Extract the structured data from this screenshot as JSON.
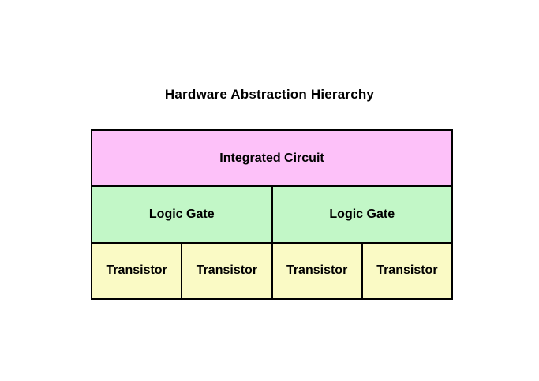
{
  "title": "Hardware Abstraction Hierarchy",
  "colors": {
    "background": "#ffffff",
    "border": "#000000",
    "text": "#000000",
    "integrated_circuit_fill": "#fdc1f9",
    "logic_gate_fill": "#c2f7c7",
    "transistor_fill": "#fafac5"
  },
  "diagram": {
    "type": "hierarchy-table",
    "levels": [
      {
        "id": "integrated-circuit",
        "color": "#fdc1f9",
        "cells": [
          "Integrated Circuit"
        ]
      },
      {
        "id": "logic-gate",
        "color": "#c2f7c7",
        "cells": [
          "Logic Gate",
          "Logic Gate"
        ]
      },
      {
        "id": "transistor",
        "color": "#fafac5",
        "cells": [
          "Transistor",
          "Transistor",
          "Transistor",
          "Transistor"
        ]
      }
    ]
  }
}
